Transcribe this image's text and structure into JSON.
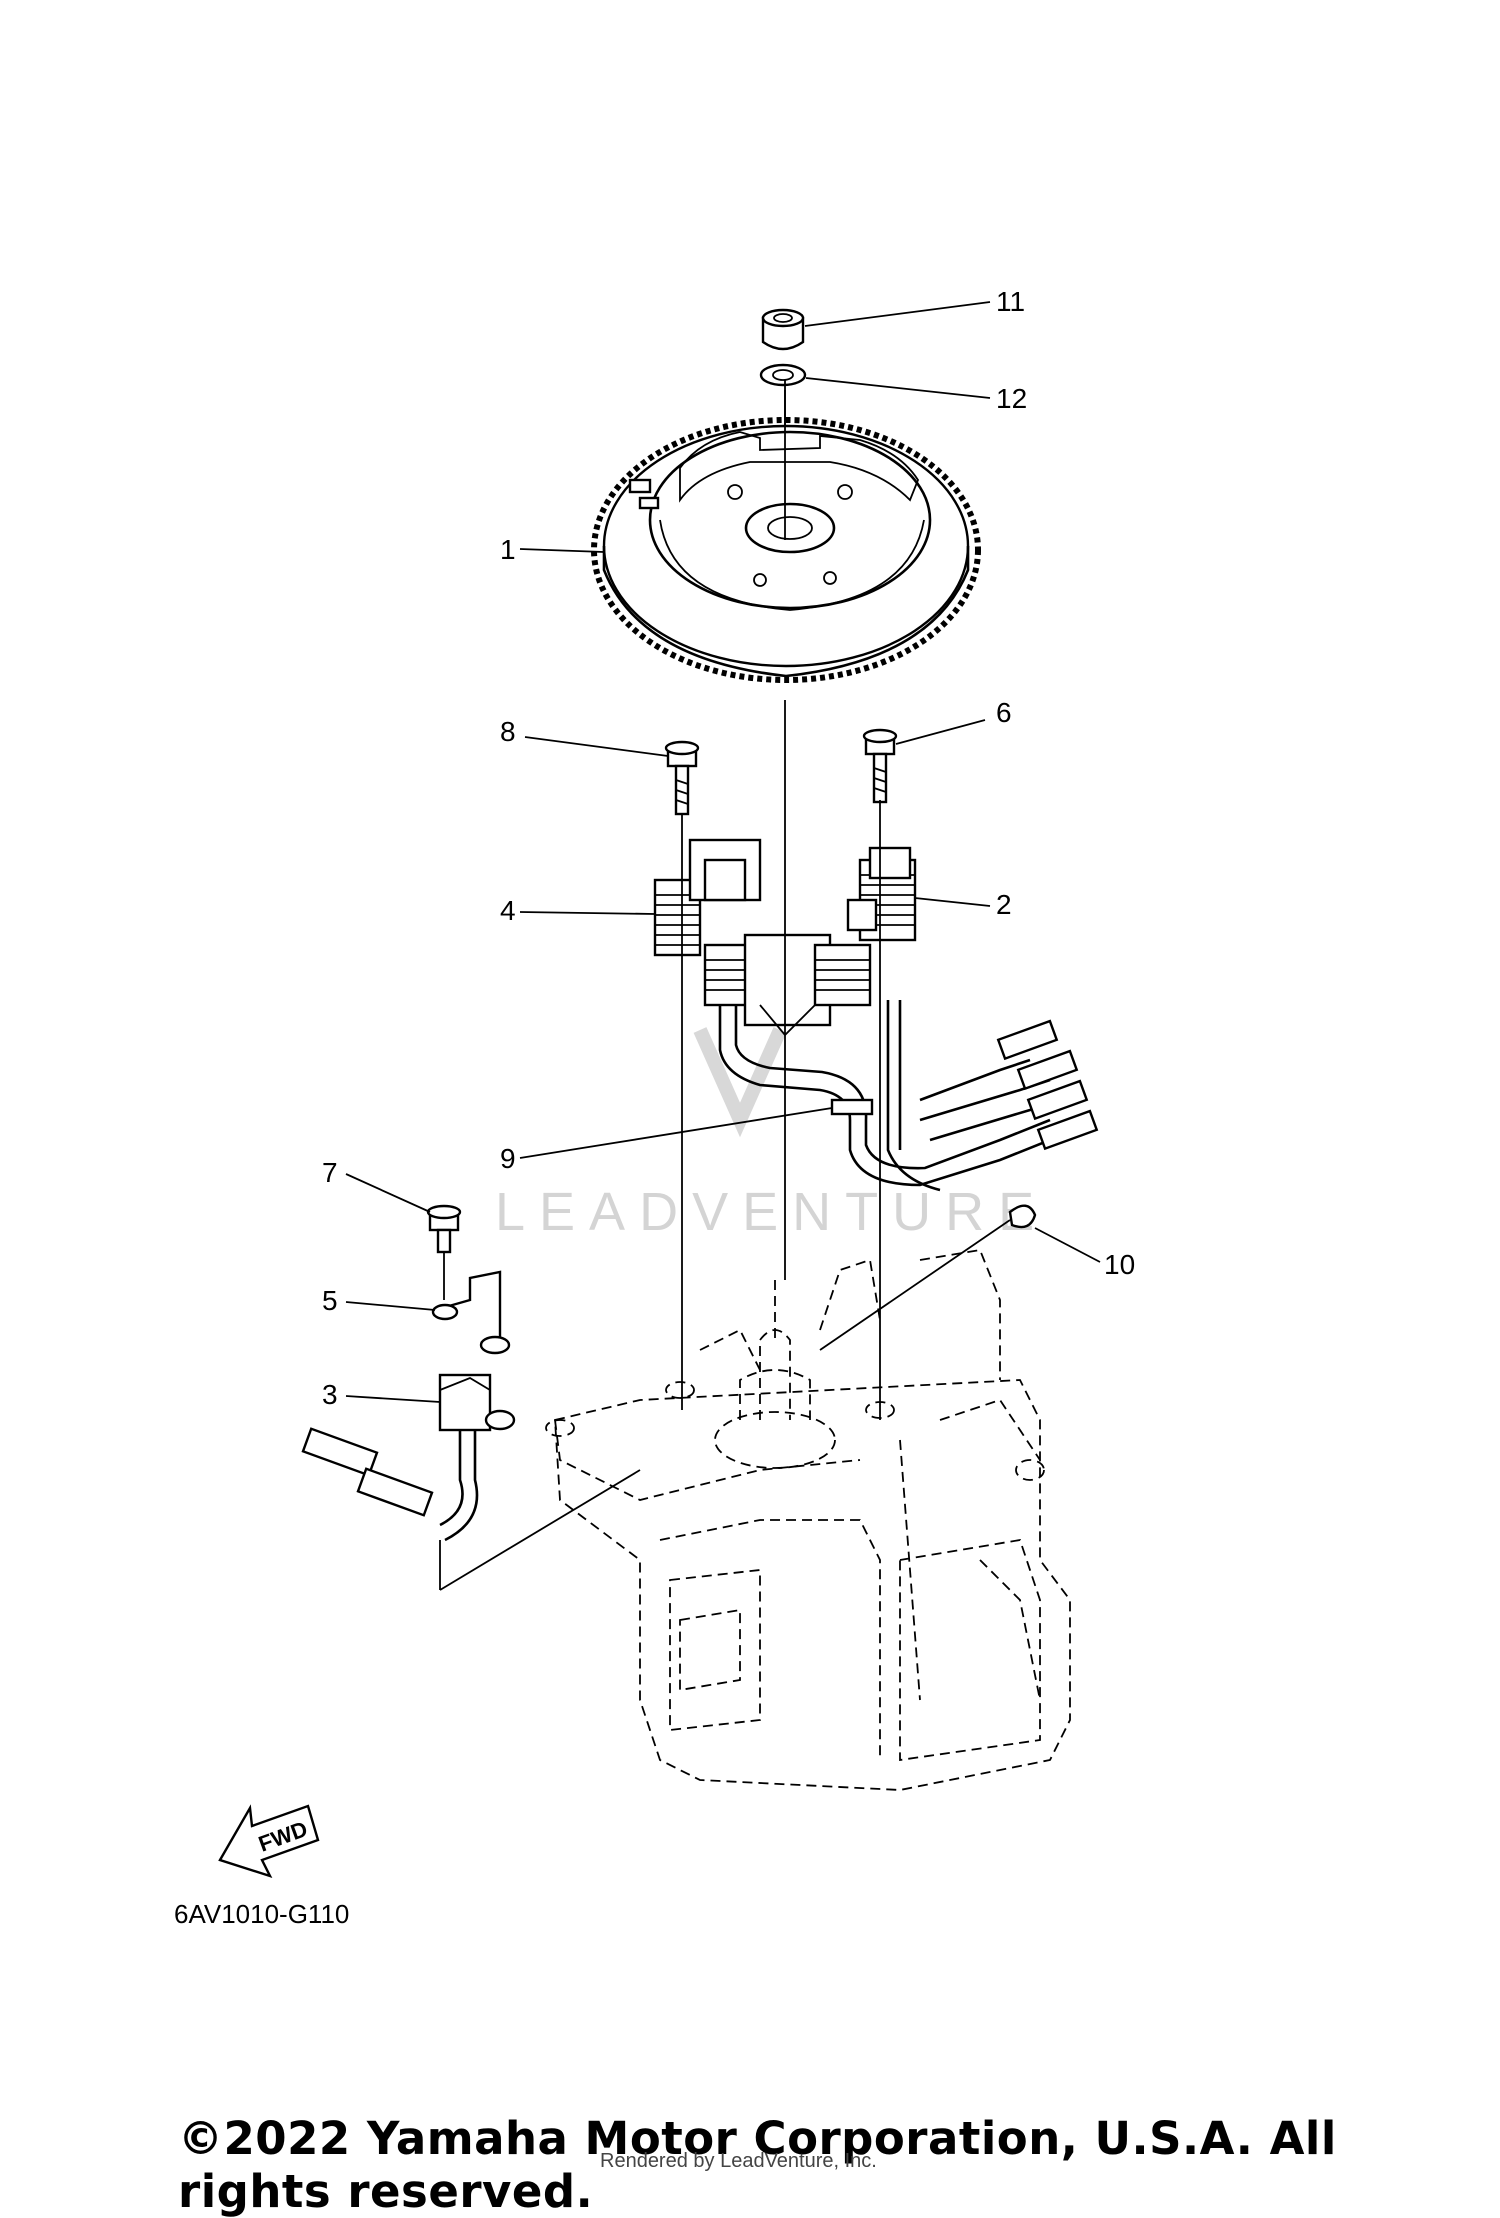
{
  "diagram": {
    "callouts": [
      {
        "id": "1",
        "label": "1"
      },
      {
        "id": "2",
        "label": "2"
      },
      {
        "id": "3",
        "label": "3"
      },
      {
        "id": "4",
        "label": "4"
      },
      {
        "id": "5",
        "label": "5"
      },
      {
        "id": "6",
        "label": "6"
      },
      {
        "id": "7",
        "label": "7"
      },
      {
        "id": "8",
        "label": "8"
      },
      {
        "id": "9",
        "label": "9"
      },
      {
        "id": "10",
        "label": "10"
      },
      {
        "id": "11",
        "label": "11"
      },
      {
        "id": "12",
        "label": "12"
      }
    ],
    "fwd_label": "FWD",
    "diagram_code": "6AV1010-G110",
    "watermark": "LEADVENTURE"
  },
  "footer": {
    "copyright": "©2022 Yamaha Motor Corporation, U.S.A. All rights reserved.",
    "rendered_by": "Rendered by LeadVenture, Inc."
  }
}
